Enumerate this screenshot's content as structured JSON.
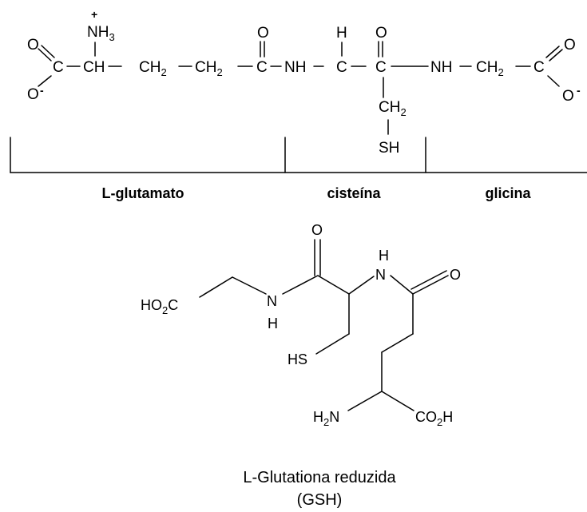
{
  "top_structure": {
    "ammonium": {
      "charge": "+",
      "atom": "NH",
      "sub": "3"
    },
    "left_carboxylate": {
      "o_top": "O",
      "c": "C",
      "o_bottom": "O",
      "charge": "-"
    },
    "alpha_ch": "CH",
    "ch2_1": {
      "atom": "CH",
      "sub": "2"
    },
    "ch2_2": {
      "atom": "CH",
      "sub": "2"
    },
    "amide1": {
      "o": "O",
      "c": "C",
      "nh": "NH"
    },
    "cys_alpha": {
      "h": "H",
      "c": "C"
    },
    "amide2": {
      "o": "O",
      "c": "C",
      "nh": "NH"
    },
    "cys_side": {
      "ch2_atom": "CH",
      "ch2_sub": "2",
      "sh": "SH"
    },
    "gly_ch2": {
      "atom": "CH",
      "sub": "2"
    },
    "right_carboxylate": {
      "c": "C",
      "o_top": "O",
      "o_bottom": "O",
      "charge": "-"
    }
  },
  "segments": {
    "glutamate": "L-glutamato",
    "cysteine": "cisteína",
    "glycine": "glicina"
  },
  "skeletal": {
    "ho2c": {
      "a": "HO",
      "sub": "2",
      "b": "C"
    },
    "o_top": "O",
    "nh_left": {
      "n": "N",
      "h": "H"
    },
    "nh_right": {
      "h": "H",
      "n": "N"
    },
    "o_right": "O",
    "hs": "HS",
    "h2n": {
      "a": "H",
      "sub": "2",
      "b": "N"
    },
    "co2h": {
      "a": "CO",
      "sub": "2",
      "b": "H"
    }
  },
  "caption": {
    "line1": "L-Glutationa reduzida",
    "line2": "(GSH)"
  }
}
